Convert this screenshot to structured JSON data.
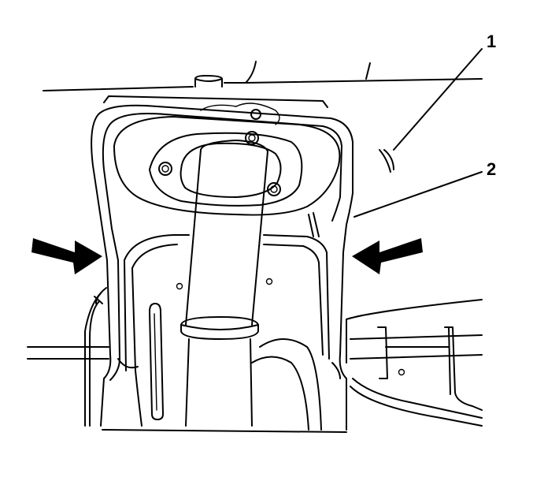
{
  "diagram": {
    "callouts": [
      {
        "id": "1",
        "label": "1"
      },
      {
        "id": "2",
        "label": "2"
      }
    ],
    "colors": {
      "line": "#000000",
      "background": "#ffffff",
      "arrow_fill": "#000000"
    }
  }
}
